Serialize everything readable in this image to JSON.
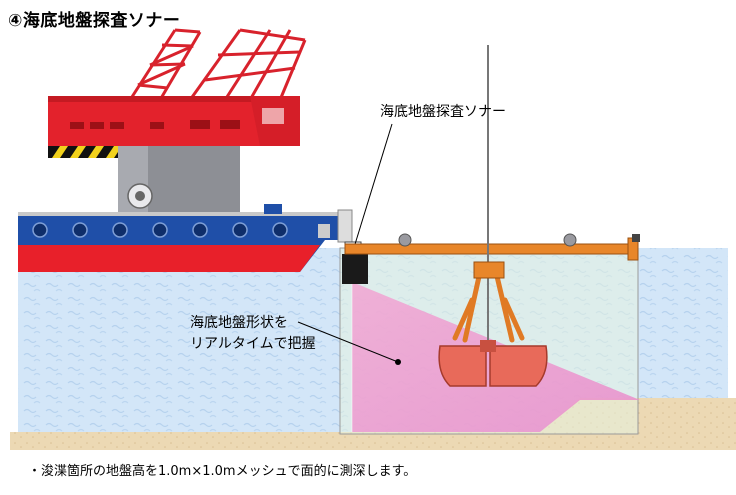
{
  "title": "④海底地盤探査ソナー",
  "labels": {
    "sonar": "海底地盤探査ソナー",
    "shape_line1": "海底地盤形状を",
    "shape_line2": "リアルタイムで把握"
  },
  "footnote": "・浚渫箇所の地盤高を1.0m×1.0mメッシュで面的に測深します。",
  "colors": {
    "water": "#cfe3f7",
    "sand": "#ead6b0",
    "hull_blue": "#1f4fa8",
    "hull_red": "#e8202a",
    "crane_red": "#e0202a",
    "boom_orange": "#e8862a",
    "sonar_beam": "#ec8fc8",
    "grab_salmon": "#e86a5a"
  },
  "icons": [
    "sonar-unit-icon",
    "crane-icon",
    "grab-bucket-icon"
  ]
}
